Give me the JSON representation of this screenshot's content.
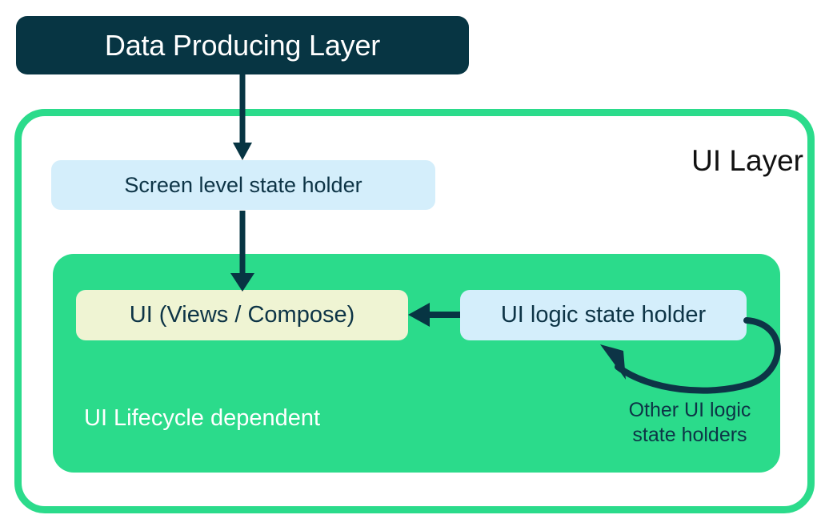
{
  "diagram": {
    "title": "Android UI Layer architecture",
    "colors": {
      "dark_navy": "#073543",
      "text_navy": "#0D3446",
      "green": "#2BDB8B",
      "light_blue": "#D4EEFB",
      "pale_yellow": "#EFF4D3",
      "white": "#FFFFFF",
      "black": "#111111"
    },
    "nodes": {
      "data_producing_layer": "Data Producing Layer",
      "ui_layer_title": "UI Layer",
      "screen_level_state_holder": "Screen level state holder",
      "ui_views_compose": "UI (Views / Compose)",
      "ui_logic_state_holder": "UI logic state holder",
      "ui_lifecycle_dependent": "UI Lifecycle dependent",
      "other_ui_logic_state_holders_line1": "Other UI logic",
      "other_ui_logic_state_holders_line2": "state holders"
    },
    "arrows": [
      {
        "name": "data-producing-to-screen-state-holder",
        "from": "Data Producing Layer",
        "to": "Screen level state holder",
        "direction": "down"
      },
      {
        "name": "screen-state-holder-to-ui",
        "from": "Screen level state holder",
        "to": "UI (Views / Compose)",
        "direction": "down"
      },
      {
        "name": "ui-logic-state-holder-to-ui",
        "from": "UI logic state holder",
        "to": "UI (Views / Compose)",
        "direction": "left"
      },
      {
        "name": "other-ui-logic-state-holders-loop",
        "from": "UI logic state holder",
        "to": "UI logic state holder",
        "direction": "curved-loop"
      }
    ]
  }
}
